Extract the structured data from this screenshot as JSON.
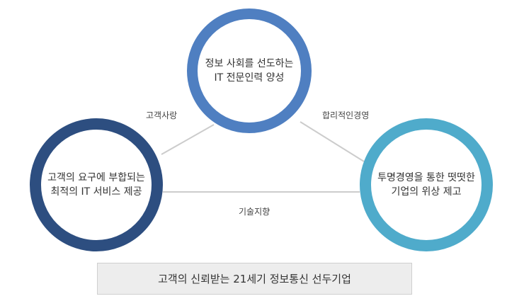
{
  "nodes": {
    "top": {
      "line1": "정보 사회를 선도하는",
      "line2": "IT 전문인력 양성"
    },
    "left": {
      "line1": "고객의 요구에 부합되는",
      "line2": "최적의 IT 서비스 제공"
    },
    "right": {
      "line1": "투명경영을 통한 떳떳한",
      "line2": "기업의 위상 제고"
    }
  },
  "edges": {
    "left_top": "고객사랑",
    "top_right": "합리적인경영",
    "left_right": "기술지향"
  },
  "footer": {
    "text": "고객의 신뢰받는 21세기 정보통신 선두기업"
  },
  "colors": {
    "top_ring": "#4f7fc1",
    "left_ring": "#2d4e80",
    "right_ring": "#4fabcb",
    "connector": "#cccccc",
    "footer_bg": "#ededed"
  }
}
